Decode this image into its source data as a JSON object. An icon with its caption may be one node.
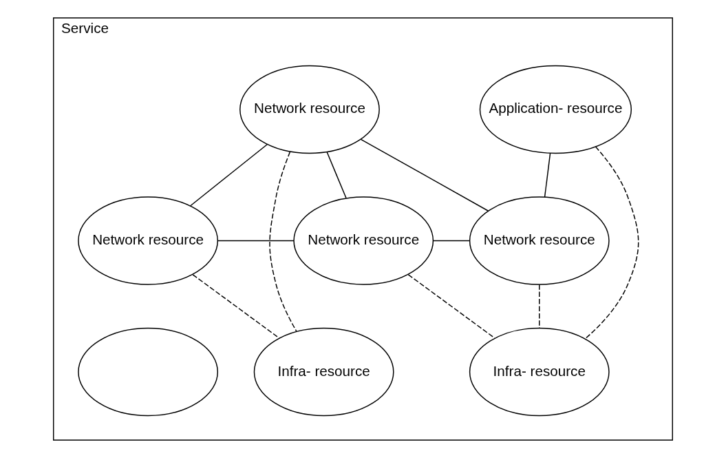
{
  "diagram": {
    "nodes": [
      {
        "text": [
          "Service"
        ]
      },
      {
        "text": [
          "Application- resource"
        ],
        "in": 0
      },
      {
        "text": [
          "Network resource"
        ],
        "in": 0
      },
      {
        "text": [
          "Network resource"
        ],
        "in": 0
      },
      {
        "text": [
          "Network resource"
        ],
        "in": 0
      },
      {
        "text": [
          "Network resource"
        ],
        "in": 0
      },
      {
        "text": [
          "Infra- resource"
        ],
        "in": 0
      },
      {
        "text": [
          "Infra- resource"
        ],
        "in": 0
      },
      {
        "text": [],
        "shape": "ellipse",
        "in": 0
      }
    ],
    "edges": [
      {
        "from": 2,
        "to": 3,
        "arrow": "none"
      },
      {
        "from": 2,
        "to": 4,
        "arrow": "none"
      },
      {
        "from": 2,
        "to": 5,
        "arrow": "none"
      },
      {
        "from": 1,
        "to": 5,
        "arrow": "none"
      },
      {
        "from": 3,
        "to": 4,
        "arrow": "none"
      },
      {
        "from": 4,
        "to": 5,
        "arrow": "none"
      },
      {
        "from": 2,
        "to": 6,
        "arrow": "none",
        "style": "dashed"
      },
      {
        "from": 3,
        "to": 6,
        "arrow": "none",
        "style": "dashed"
      },
      {
        "from": 1,
        "to": 7,
        "arrow": "none",
        "style": "dashed"
      },
      {
        "from": 4,
        "to": 7,
        "arrow": "none",
        "style": "dashed"
      },
      {
        "from": 5,
        "to": 7,
        "arrow": "none",
        "style": "dashed"
      }
    ]
  }
}
